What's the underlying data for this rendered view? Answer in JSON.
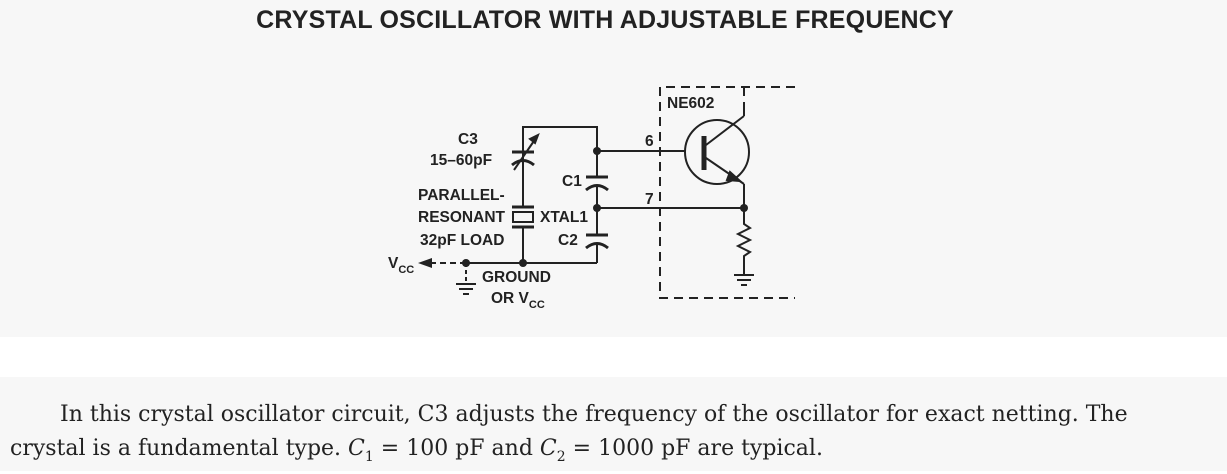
{
  "title": "CRYSTAL OSCILLATOR WITH ADJUSTABLE FREQUENCY",
  "diagram": {
    "c3_label": "C3",
    "c3_value": "15–60pF",
    "crystal_line1": "PARALLEL-",
    "crystal_line2": "RESONANT",
    "crystal_line3": "32pF LOAD",
    "xtal_label": "XTAL1",
    "c1_label": "C1",
    "c2_label": "C2",
    "vcc_label": "V",
    "vcc_sub": "CC",
    "ground_line1": "GROUND",
    "ground_line2": "OR V",
    "ground_sub": "CC",
    "ic_label": "NE602",
    "pin6": "6",
    "pin7": "7"
  },
  "caption": {
    "line1": "In this crystal oscillator circuit, C3 adjusts the frequency of the oscillator for exact netting. The",
    "line2_a": "crystal is a fundamental type. ",
    "c1_sym": "C",
    "c1_sub": "1",
    "c1_val": " = 100 pF and ",
    "c2_sym": "C",
    "c2_sub": "2",
    "c2_val": " = 1000 pF are typical."
  }
}
